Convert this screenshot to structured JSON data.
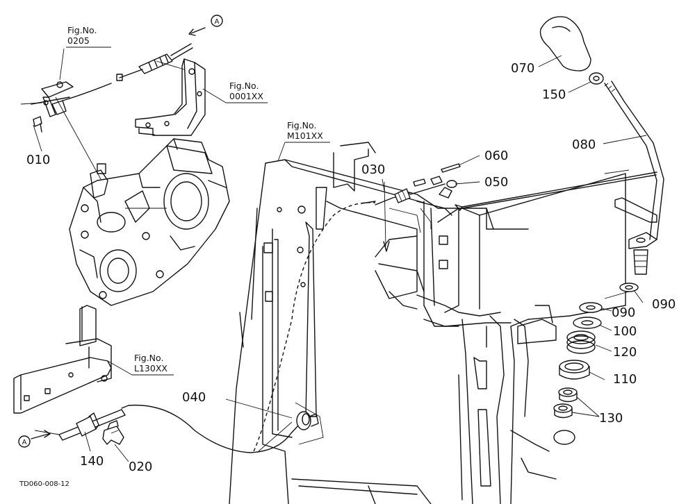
{
  "parts": {
    "p010": "010",
    "p020": "020",
    "p030": "030",
    "p040": "040",
    "p050": "050",
    "p060": "060",
    "p070": "070",
    "p080": "080",
    "p090a": "090",
    "p090b": "090",
    "p100": "100",
    "p110": "110",
    "p120": "120",
    "p130": "130",
    "p140": "140",
    "p150": "150"
  },
  "figure_refs": {
    "ref0205": {
      "label": "Fig.No.",
      "number": "0205"
    },
    "ref0001": {
      "label": "Fig.No.",
      "number": "0001XX"
    },
    "refM101": {
      "label": "Fig.No.",
      "number": "M101XX"
    },
    "refL130": {
      "label": "Fig.No.",
      "number": "L130XX"
    }
  },
  "markers": {
    "top": "A",
    "bottom": "A"
  },
  "drawing_code": "TD060-008-12"
}
